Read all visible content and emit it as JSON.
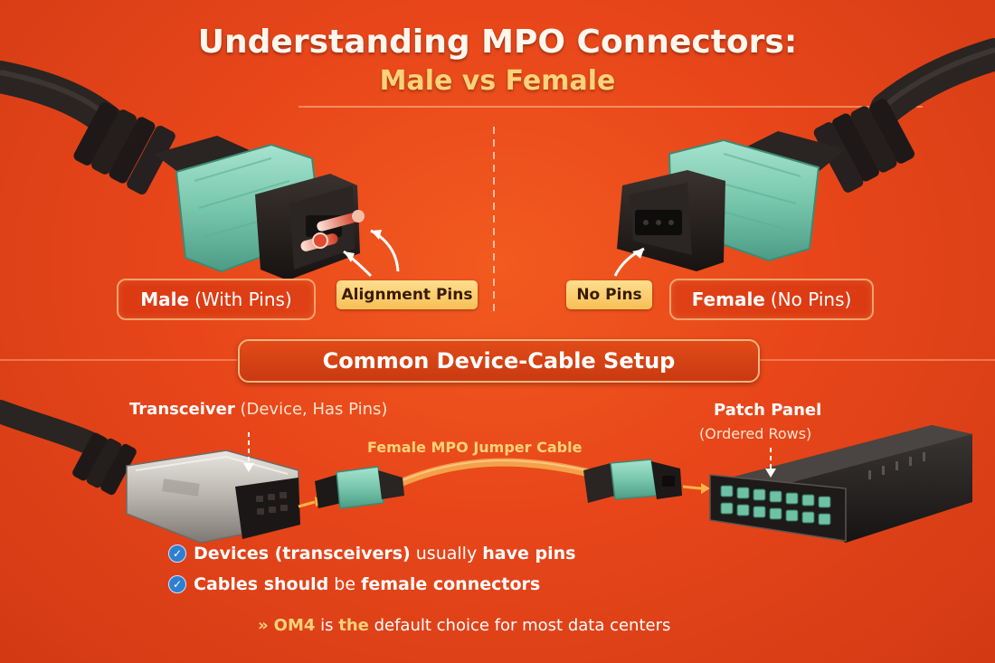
{
  "title": {
    "line1": "Understanding MPO Connectors:",
    "line2": "Male vs Female"
  },
  "male": {
    "label_bold": "Male",
    "label_rest": "(With Pins)",
    "pins_tag": "Alignment Pins"
  },
  "female": {
    "label_bold": "Female",
    "label_rest": "(No Pins)",
    "pins_tag": "No Pins"
  },
  "section": {
    "heading": "Common Device-Cable Setup"
  },
  "setup": {
    "transceiver_bold": "Transceiver",
    "transceiver_rest": "(Device, Has Pins)",
    "jumper_label": "Female MPO Jumper Cable",
    "panel_title": "Patch Panel",
    "panel_sub": "(Ordered Rows)"
  },
  "checklist": [
    {
      "b1": "Devices (transceivers)",
      "t1": " usually ",
      "b2": "have pins",
      "t2": ""
    },
    {
      "b1": "Cables should",
      "t1": " be ",
      "b2": "female connectors",
      "t2": ""
    }
  ],
  "note": {
    "chevron": "»",
    "bold1": "OM4",
    "text1": " is ",
    "bold2": "the",
    "text2": " default choice for most data centers"
  },
  "colors": {
    "background": "#e8461a",
    "teal": "#7fcdb5",
    "gold": "#ffd27a",
    "check": "#2f7fd0"
  }
}
